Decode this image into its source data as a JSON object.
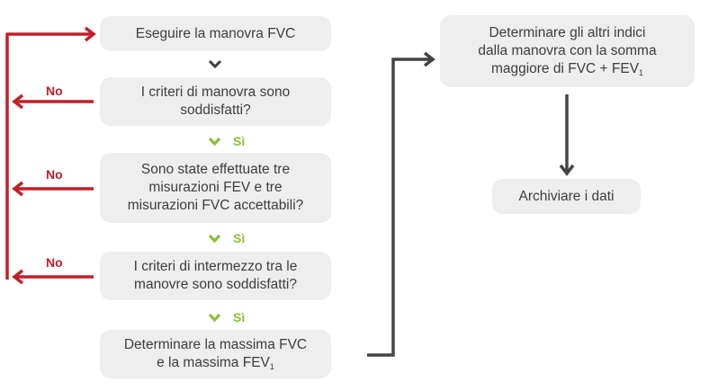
{
  "colors": {
    "box_fill": "#eeeeee",
    "text": "#3d3d3d",
    "no_arrow": "#c0202a",
    "yes_check": "#8cbf3a",
    "connector": "#444444"
  },
  "left_column": {
    "step_1": "Eseguire la manovra FVC",
    "step_2_line1": "I criteri di manovra sono",
    "step_2_line2": "soddisfatti?",
    "step_3_line1": "Sono state effettuate tre",
    "step_3_line2": "misurazioni FEV e tre",
    "step_3_line3": "misurazioni FVC accettabili?",
    "step_4_line1": "I criteri di intermezzo tra le",
    "step_4_line2": "manovre sono soddisfatti?",
    "step_5_line1": "Determinare la massima FVC",
    "step_5_line2_prefix": "e la massima FEV",
    "step_5_line2_sub": "1"
  },
  "right_column": {
    "step_6_line1": "Determinare gli altri indici",
    "step_6_line2": "dalla manovra con la somma",
    "step_6_line3_prefix": "maggiore di FVC + FEV",
    "step_6_line3_sub": "1",
    "step_7": "Archiviare i dati"
  },
  "branches": {
    "no_labels": [
      "No",
      "No",
      "No"
    ],
    "yes_labels": [
      "Sì",
      "Sì",
      "Sì"
    ]
  },
  "icons": {
    "chevron_down": "chevron-down-icon",
    "check": "check-icon",
    "arrow_right": "arrow-right-icon",
    "arrow_left": "arrow-left-icon",
    "arrow_down": "arrow-down-icon"
  }
}
